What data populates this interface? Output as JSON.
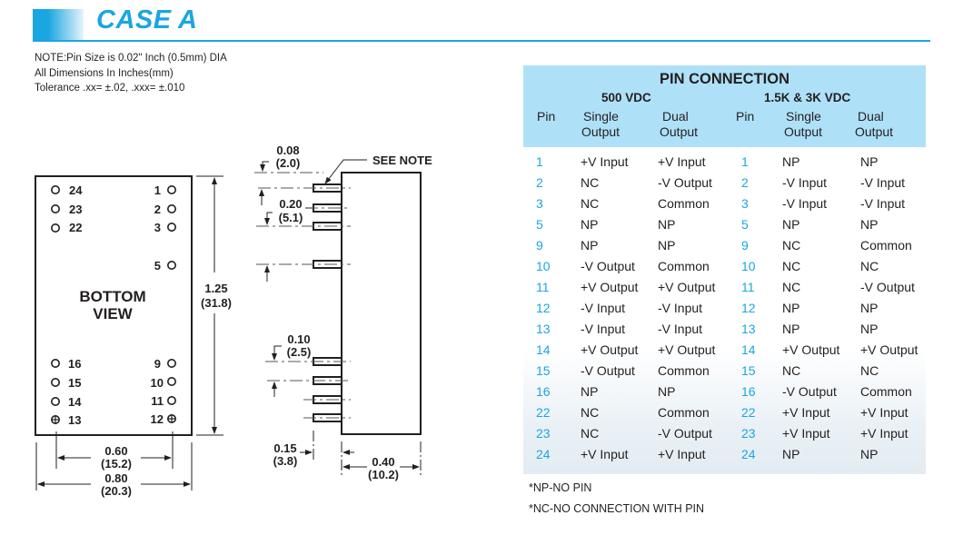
{
  "header": {
    "title": "CASE A",
    "accent_color": "#1aa6e0"
  },
  "notes": [
    "NOTE:Pin Size is 0.02\" Inch (0.5mm) DIA",
    "All Dimensions In Inches(mm)",
    "Tolerance .xx= ±.02, .xxx= ±.010"
  ],
  "bottom_view": {
    "label_line1": "BOTTOM",
    "label_line2": "VIEW",
    "left_pins": [
      "24",
      "23",
      "22",
      "16",
      "15",
      "14",
      "13"
    ],
    "right_pins": [
      "1",
      "2",
      "3",
      "5",
      "9",
      "10",
      "11",
      "12"
    ],
    "height_dim": {
      "in": "1.25",
      "mm": "(31.8)"
    },
    "pin_span_dim": {
      "in": "0.60",
      "mm": "(15.2)"
    },
    "width_dim": {
      "in": "0.80",
      "mm": "(20.3)"
    }
  },
  "side_view": {
    "see_note": "SEE NOTE",
    "top_offset_dim": {
      "in": "0.08",
      "mm": "(2.0)"
    },
    "pitch_top_dim": {
      "in": "0.20",
      "mm": "(5.1)"
    },
    "pitch_bottom_dim": {
      "in": "0.10",
      "mm": "(2.5)"
    },
    "pin_length_dim": {
      "in": "0.15",
      "mm": "(3.8)"
    },
    "depth_dim": {
      "in": "0.40",
      "mm": "(10.2)"
    }
  },
  "pin_connection": {
    "title": "PIN CONNECTION",
    "group_500": "500 VDC",
    "group_hv": "1.5K & 3K VDC",
    "col_pin": "Pin",
    "col_single_1": "Single",
    "col_single_2": "Output",
    "col_dual_1": "Dual",
    "col_dual_2": "Output",
    "header_color": "#aee1f8",
    "rows": [
      {
        "pin_a": "1",
        "single_a": "+V Input",
        "dual_a": "+V Input",
        "pin_b": "1",
        "single_b": "NP",
        "dual_b": "NP"
      },
      {
        "pin_a": "2",
        "single_a": "NC",
        "dual_a": "-V Output",
        "pin_b": "2",
        "single_b": "-V Input",
        "dual_b": "-V Input"
      },
      {
        "pin_a": "3",
        "single_a": "NC",
        "dual_a": "Common",
        "pin_b": "3",
        "single_b": "-V Input",
        "dual_b": "-V Input"
      },
      {
        "pin_a": "5",
        "single_a": "NP",
        "dual_a": "NP",
        "pin_b": "5",
        "single_b": "NP",
        "dual_b": "NP"
      },
      {
        "pin_a": "9",
        "single_a": "NP",
        "dual_a": "NP",
        "pin_b": "9",
        "single_b": "NC",
        "dual_b": "Common"
      },
      {
        "pin_a": "10",
        "single_a": "-V Output",
        "dual_a": "Common",
        "pin_b": "10",
        "single_b": "NC",
        "dual_b": "NC"
      },
      {
        "pin_a": "11",
        "single_a": "+V Output",
        "dual_a": "+V Output",
        "pin_b": "11",
        "single_b": "NC",
        "dual_b": "-V Output"
      },
      {
        "pin_a": "12",
        "single_a": "-V Input",
        "dual_a": "-V Input",
        "pin_b": "12",
        "single_b": "NP",
        "dual_b": "NP"
      },
      {
        "pin_a": "13",
        "single_a": "-V Input",
        "dual_a": "-V Input",
        "pin_b": "13",
        "single_b": "NP",
        "dual_b": "NP"
      },
      {
        "pin_a": "14",
        "single_a": "+V Output",
        "dual_a": "+V Output",
        "pin_b": "14",
        "single_b": "+V Output",
        "dual_b": "+V Output"
      },
      {
        "pin_a": "15",
        "single_a": "-V Output",
        "dual_a": "Common",
        "pin_b": "15",
        "single_b": "NC",
        "dual_b": "NC"
      },
      {
        "pin_a": "16",
        "single_a": "NP",
        "dual_a": "NP",
        "pin_b": "16",
        "single_b": "-V Output",
        "dual_b": "Common"
      },
      {
        "pin_a": "22",
        "single_a": "NC",
        "dual_a": "Common",
        "pin_b": "22",
        "single_b": "+V Input",
        "dual_b": "+V Input"
      },
      {
        "pin_a": "23",
        "single_a": "NC",
        "dual_a": "-V Output",
        "pin_b": "23",
        "single_b": "+V Input",
        "dual_b": "+V Input"
      },
      {
        "pin_a": "24",
        "single_a": "+V Input",
        "dual_a": "+V Input",
        "pin_b": "24",
        "single_b": "NP",
        "dual_b": "NP"
      }
    ]
  },
  "footnotes": [
    "*NP-NO PIN",
    "*NC-NO CONNECTION WITH PIN"
  ]
}
